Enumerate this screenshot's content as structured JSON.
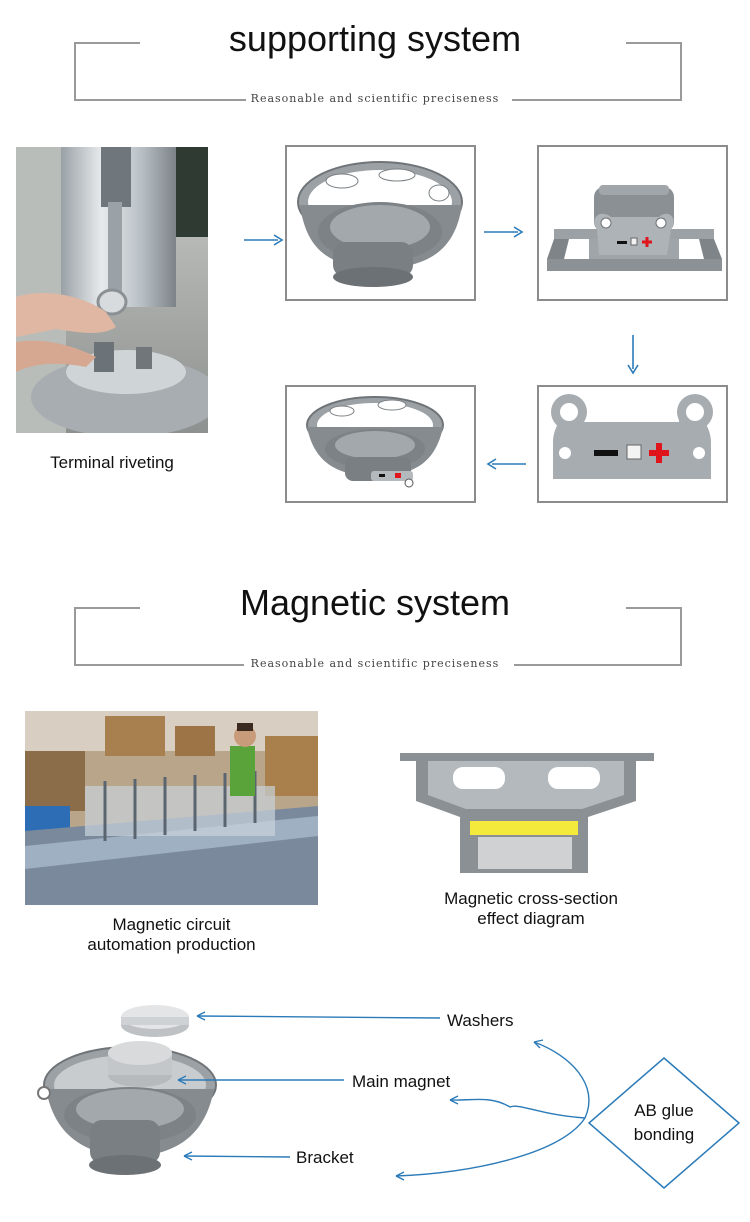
{
  "section1": {
    "title": "supporting system",
    "subtitle": "Reasonable and scientific preciseness",
    "caption_riveting": "Terminal riveting"
  },
  "section2": {
    "title": "Magnetic system",
    "subtitle": "Reasonable and scientific preciseness",
    "caption_automation": "Magnetic circuit automation production",
    "caption_automation_line1": "Magnetic circuit",
    "caption_automation_line2": "automation production",
    "caption_cross_line1": "Magnetic cross-section",
    "caption_cross_line2": "effect diagram"
  },
  "assembly": {
    "washers": "Washers",
    "main_magnet": "Main magnet",
    "bracket": "Bracket",
    "ab_glue_line1": "AB glue",
    "ab_glue_line2": "bonding"
  },
  "colors": {
    "arrow": "#2b7bb9",
    "frame": "#9a9a9a",
    "metal": "#8e9397",
    "terminal_plus": "#e0141b"
  }
}
